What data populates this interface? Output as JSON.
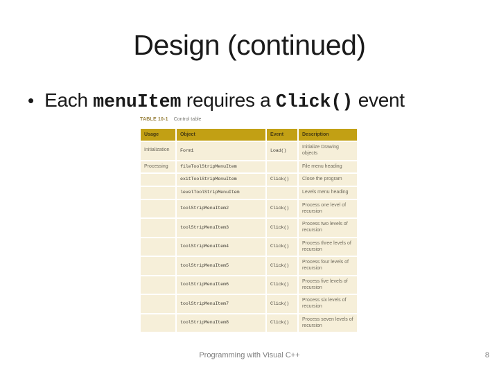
{
  "slide": {
    "title": "Design (continued)",
    "bullet": {
      "pre": "Each ",
      "code1": "menuItem",
      "mid": " requires a ",
      "code2": "Click()",
      "post": " event"
    },
    "footer": {
      "text": "Programming with Visual C++",
      "page_number": "8"
    }
  },
  "table": {
    "label": "TABLE 10-1",
    "caption": "Control table",
    "columns": [
      "Usage",
      "Object",
      "Event",
      "Description"
    ],
    "rows": [
      [
        "Initialization",
        "Form1",
        "Load()",
        "Initialize Drawing objects"
      ],
      [
        "Processing",
        "fileToolStripMenuItem",
        "",
        "File menu heading"
      ],
      [
        "",
        "exitToolStripMenuItem",
        "Click()",
        "Close the program"
      ],
      [
        "",
        "levelToolStripMenuItem",
        "",
        "Levels menu heading"
      ],
      [
        "",
        "toolStripMenuItem2",
        "Click()",
        "Process one level of recursion"
      ],
      [
        "",
        "toolStripMenuItem3",
        "Click()",
        "Process two levels of recursion"
      ],
      [
        "",
        "toolStripMenuItem4",
        "Click()",
        "Process three levels of recursion"
      ],
      [
        "",
        "toolStripMenuItem5",
        "Click()",
        "Process four levels of recursion"
      ],
      [
        "",
        "toolStripMenuItem6",
        "Click()",
        "Process five levels of recursion"
      ],
      [
        "",
        "toolStripMenuItem7",
        "Click()",
        "Process six levels of recursion"
      ],
      [
        "",
        "toolStripMenuItem8",
        "Click()",
        "Process seven levels of recursion"
      ]
    ],
    "colors": {
      "header_bg": "#c2a014",
      "header_text": "#473c12",
      "row_bg": "#f6efd9",
      "body_text": "#6e6a5c",
      "code_text": "#45423a",
      "label_text": "#9a8340",
      "footer_text": "#7f7f7f"
    }
  }
}
